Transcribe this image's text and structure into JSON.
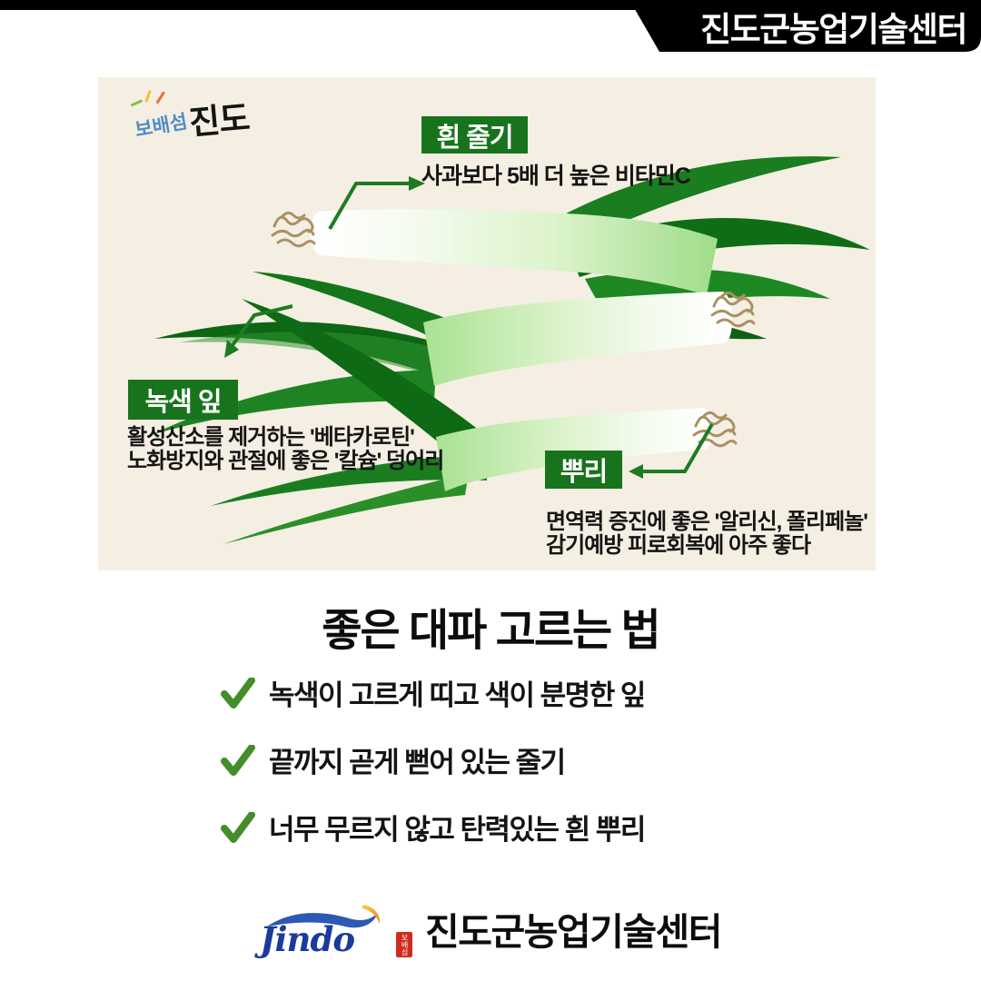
{
  "colors": {
    "panel_bg": "#f4efe2",
    "label_green": "#17741d",
    "arrow_green": "#1e7b22",
    "leaf_dark": "#0e6a14",
    "leaf_mid": "#1b7e20",
    "leaf_light": "#2a8f28",
    "stem_white": "#ffffff",
    "stem_green": "#a9e293",
    "roots_brown": "#ab9064",
    "check_green": "#448d2a",
    "jindo_blue": "#1b3a9d",
    "seal_red": "#d02a1f",
    "crescent_orange": "#f0a521",
    "banner_black": "#000000"
  },
  "icons": {
    "check": "brush-check",
    "arrow": "green-pointer-arrow",
    "sparkle_ticks": "three-color-dashes",
    "wave_swoosh": "blue-wave",
    "crescent": "yellow-crescent",
    "roots": "brown-root-scribble"
  },
  "header": {
    "agency": "진도군농업기술센터"
  },
  "panel": {
    "logo": {
      "island": "보배섬",
      "name": "진도"
    },
    "callouts": [
      {
        "id": "white-stem",
        "label": "흰 줄기",
        "description": "사과보다 5배 더 높은 비타민C"
      },
      {
        "id": "green-leaf",
        "label": "녹색 잎",
        "description_line1": "활성산소를 제거하는 '베타카로틴'",
        "description_line2": "노화방지와 관절에 좋은 '칼슘' 덩어리"
      },
      {
        "id": "root",
        "label": "뿌리",
        "description_line1": "면역력 증진에 좋은 '알리신, 폴리페놀'",
        "description_line2": "감기예방 피로회복에 아주 좋다"
      }
    ]
  },
  "selection_guide": {
    "title": "좋은 대파 고르는 법",
    "items": [
      "녹색이 고르게 띠고 색이 분명한 잎",
      "끝까지 곧게 뻗어 있는 줄기",
      "너무 무르지 않고 탄력있는 흰 뿌리"
    ]
  },
  "footer": {
    "logo_text": "Jindo",
    "seal_text": "보배섬",
    "agency": "진도군농업기술센터"
  }
}
